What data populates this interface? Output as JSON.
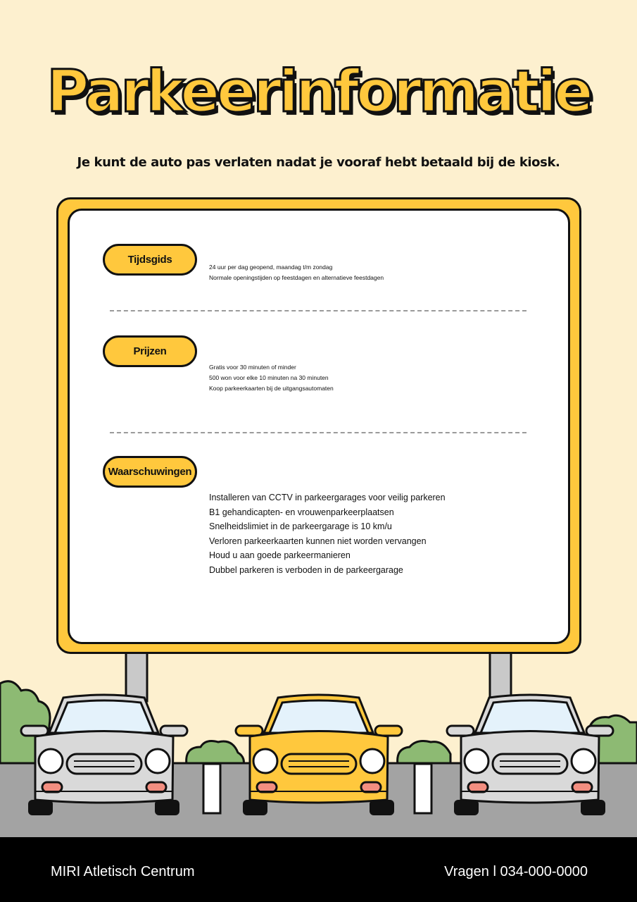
{
  "title": "Parkeerinformatie",
  "subtitle": "Je kunt de auto pas verlaten nadat je vooraf hebt betaald bij de kiosk.",
  "sections": [
    {
      "label": "Tijdsgids",
      "lines": [
        "24 uur per dag geopend, maandag t/m zondag",
        "Normale openingstijden op feestdagen en alternatieve feestdagen"
      ]
    },
    {
      "label": "Prijzen",
      "lines": [
        "Gratis voor 30 minuten of minder",
        "500 won voor elke 10 minuten na 30 minuten",
        "Koop parkeerkaarten bij de uitgangsautomaten"
      ]
    },
    {
      "label": "Waarschuwingen",
      "lines": [
        "Installeren van CCTV in parkeergarages voor veilig parkeren",
        "B1 gehandicapten- en vrouwenparkeerplaatsen",
        "Snelheidslimiet in de parkeergarage is 10 km/u",
        "Verloren parkeerkaarten kunnen niet worden vervangen",
        "Houd u aan goede parkeermanieren",
        "Dubbel parkeren is verboden in de parkeergarage"
      ]
    }
  ],
  "footer": {
    "left": "MIRI Atletisch Centrum",
    "right": "Vragen l 034-000-0000"
  },
  "colors": {
    "background": "#FDF0CF",
    "accent": "#FFC83D",
    "footer": "#000000",
    "car_grey": "#D9D9D9",
    "car_yellow": "#FFC83D",
    "bush": "#8DBA73",
    "road": "#A3A3A3"
  }
}
